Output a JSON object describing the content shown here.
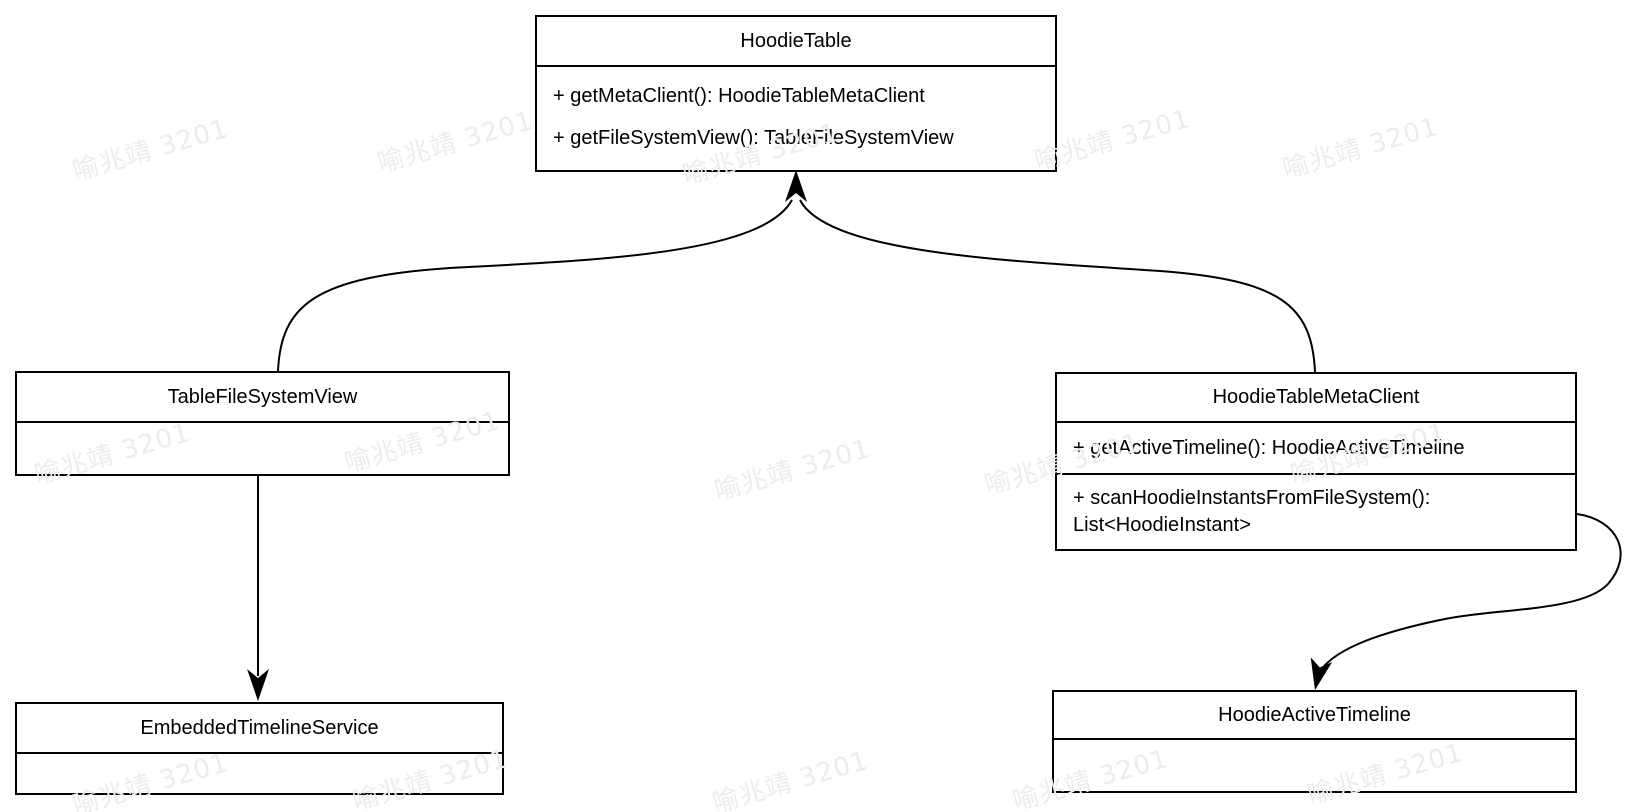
{
  "diagram": {
    "title": "Hoodie table UML class diagram",
    "background": "#ffffff",
    "stroke_color": "#000000",
    "watermark": {
      "text": "喻兆靖 3201",
      "color": "#ececec"
    },
    "classes": [
      {
        "name": "HoodieTable",
        "methods": [
          "+ getMetaClient(): HoodieTableMetaClient",
          "+ getFileSystemView(): TableFileSystemView"
        ]
      },
      {
        "name": "TableFileSystemView",
        "methods": []
      },
      {
        "name": "HoodieTableMetaClient",
        "methods": [
          "+ getActiveTimeline(): HoodieActiveTimeline",
          "+ scanHoodieInstantsFromFileSystem(): List<HoodieInstant>"
        ]
      },
      {
        "name": "EmbeddedTimelineService",
        "methods": []
      },
      {
        "name": "HoodieActiveTimeline",
        "methods": []
      }
    ],
    "relations": [
      {
        "from": "TableFileSystemView",
        "to": "HoodieTable",
        "style": "curved-arrow"
      },
      {
        "from": "HoodieTableMetaClient",
        "to": "HoodieTable",
        "style": "curved-arrow"
      },
      {
        "from": "TableFileSystemView",
        "to": "EmbeddedTimelineService",
        "style": "straight-arrow"
      },
      {
        "from": "HoodieTableMetaClient",
        "to": "HoodieActiveTimeline",
        "style": "curved-arrow"
      }
    ]
  }
}
